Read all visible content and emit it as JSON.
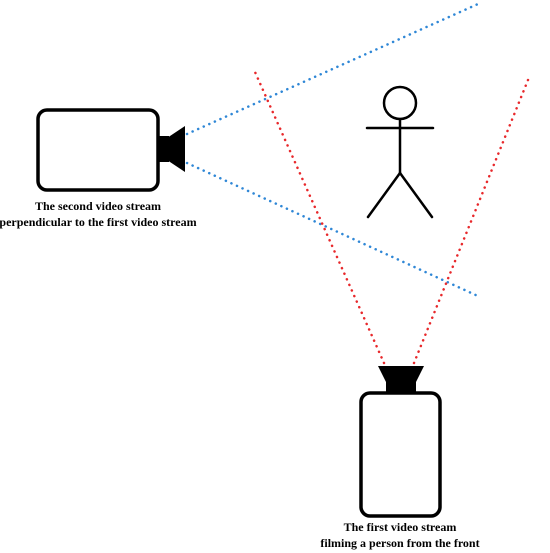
{
  "colors": {
    "background": "#ffffff",
    "outline": "#000000",
    "first_stream_view": "#e8282b",
    "second_stream_view": "#2f87d6"
  },
  "cameras": {
    "second": {
      "caption_line1": "The second video stream",
      "caption_line2": "perpendicular to the first video stream",
      "icon": "video-camera-icon"
    },
    "first": {
      "caption_line1": "The first video stream",
      "caption_line2": "filming a person from the front",
      "icon": "video-camera-icon"
    }
  },
  "subject": {
    "icon": "stick-figure-icon"
  }
}
